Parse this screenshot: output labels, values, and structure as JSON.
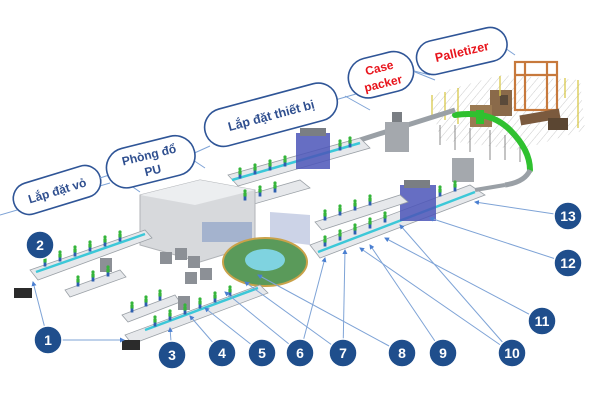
{
  "diagram": {
    "title": "Factory production line layout",
    "colors": {
      "callout_fill": "#1f4e8c",
      "callout_text": "#ffffff",
      "leader_line": "#7ea3d6",
      "arrow": "#4a7fd1",
      "bubble_border": "#2f5597",
      "bubble_text_blue": "#2f4f8f",
      "bubble_text_red": "#e8141c",
      "conveyor_cyan": "#3cc8d8",
      "conveyor_green": "#2fc12f",
      "room_wall": "#d7d9dc",
      "machine_blue": "#4b55b8",
      "palletizer_orange": "#c7793c",
      "worker_green": "#35b53a",
      "worker_blue": "#2d5fb0"
    },
    "stage_labels": [
      {
        "id": "lap-dat-vo",
        "lines": [
          "Lắp đặt vỏ"
        ],
        "color": "blue"
      },
      {
        "id": "phong-do-pu",
        "lines": [
          "Phòng đổ",
          "PU"
        ],
        "color": "blue"
      },
      {
        "id": "lap-dat-thiet-bi",
        "lines": [
          "Lắp đặt thiết bị"
        ],
        "color": "blue"
      },
      {
        "id": "case-packer",
        "lines": [
          "Case",
          "packer"
        ],
        "color": "red"
      },
      {
        "id": "palletizer",
        "lines": [
          "Palletizer"
        ],
        "color": "red"
      }
    ],
    "callouts": [
      "1",
      "2",
      "3",
      "4",
      "5",
      "6",
      "7",
      "8",
      "9",
      "10",
      "11",
      "12",
      "13"
    ]
  }
}
